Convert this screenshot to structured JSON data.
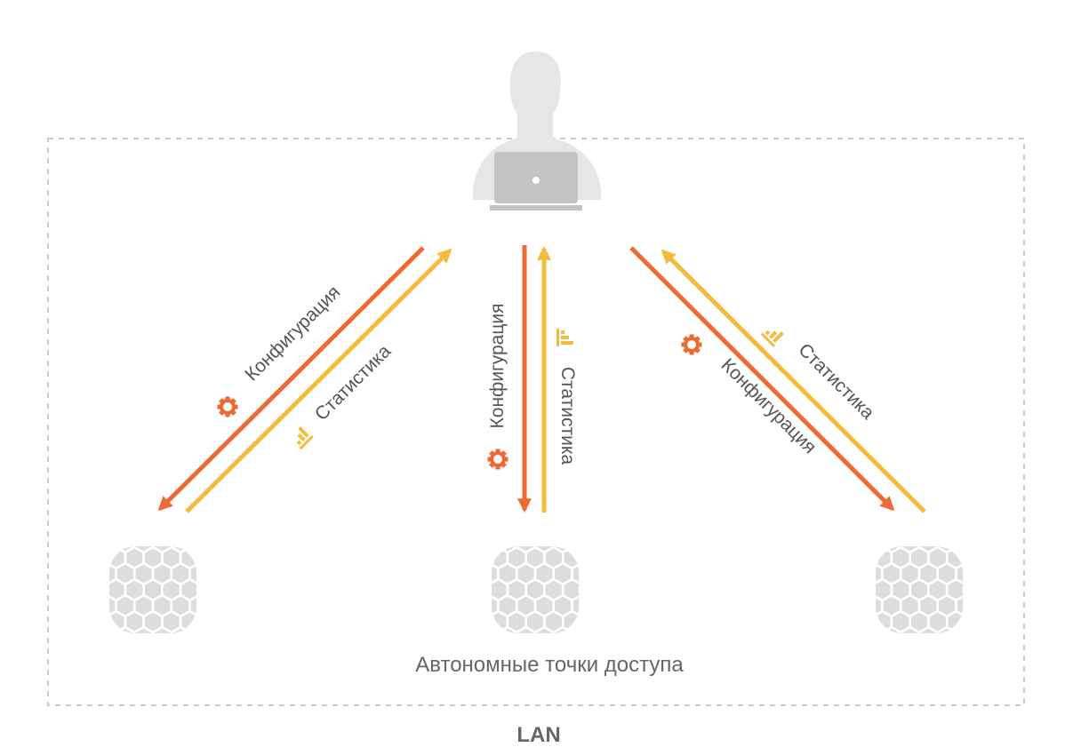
{
  "colors": {
    "config_arrow": "#ee6a32",
    "stats_arrow": "#f4bc3c",
    "device": "#dddddd",
    "lan_border": "#cccccc",
    "text": "#555555"
  },
  "labels": {
    "config": "Конфигурация",
    "stats": "Статистика",
    "caption": "Автономные точки доступа",
    "network": "LAN"
  },
  "icons": {
    "config": "gear-icon",
    "stats": "bar-chart-icon",
    "user": "user-with-laptop-icon",
    "access_point": "access-point-icon"
  }
}
